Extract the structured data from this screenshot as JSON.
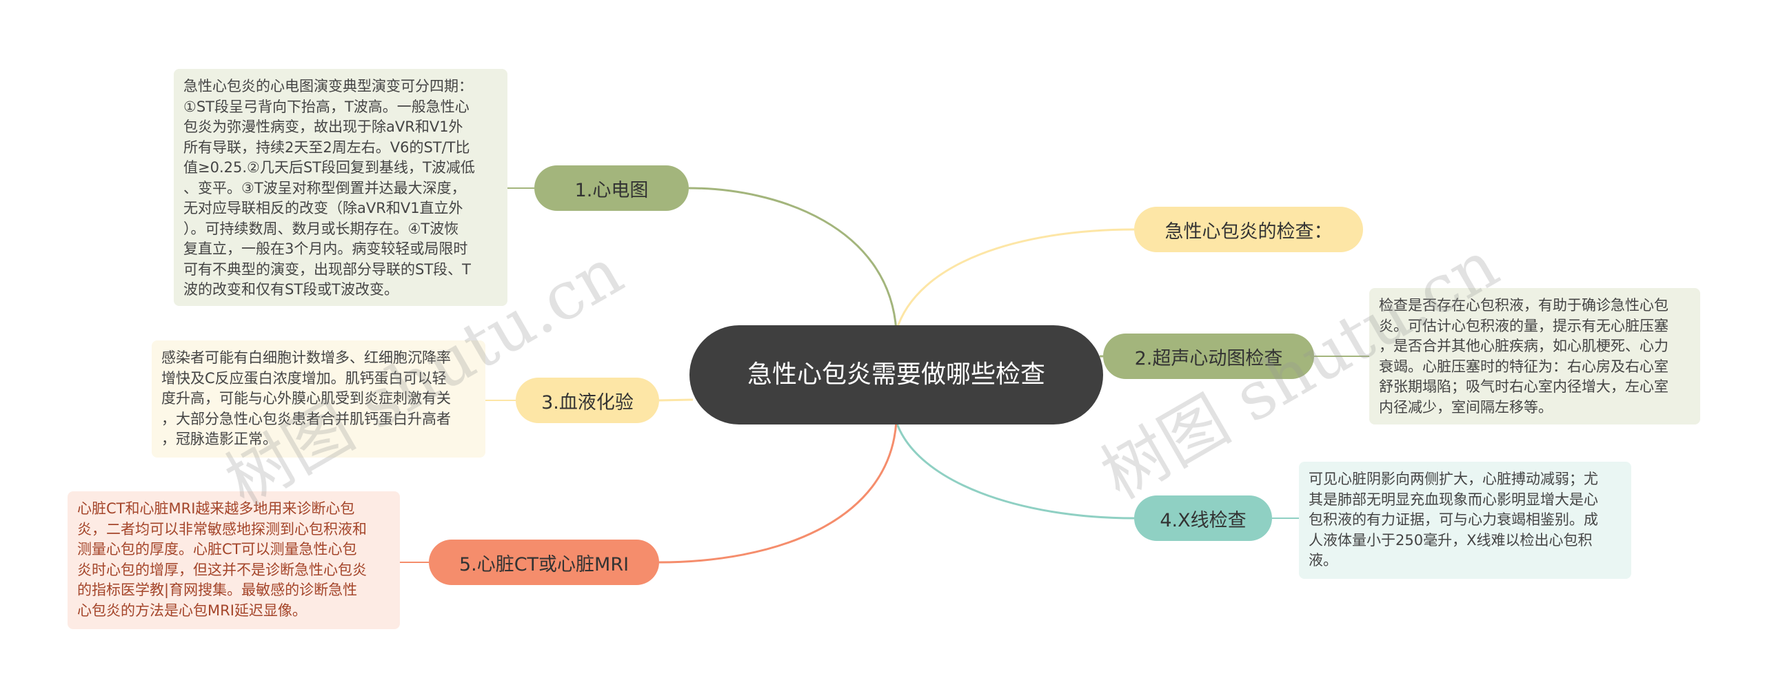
{
  "root": {
    "label": "急性心包炎需要做哪些检查"
  },
  "branches": [
    {
      "label": "1.心电图",
      "color": "#a3b57c",
      "note": "急性心包炎的心电图演变典型演变可分四期：\n①ST段呈弓背向下抬高，T波高。一般急性心\n包炎为弥漫性病变，故出现于除aVR和V1外\n所有导联，持续2天至2周左右。V6的ST/T比\n值≥0.25.②几天后ST段回复到基线，T波减低\n、变平。③T波呈对称型倒置并达最大深度，\n无对应导联相反的改变（除aVR和V1直立外\n）。可持续数周、数月或长期存在。④T波恢\n复直立，一般在3个月内。病变较轻或局限时\n可有不典型的演变，出现部分导联的ST段、T\n波的改变和仅有ST段或T波改变。"
    },
    {
      "label": "急性心包炎的检查：",
      "color": "#fde6a6",
      "note": ""
    },
    {
      "label": "2.超声心动图检查",
      "color": "#a3b57c",
      "note": "检查是否存在心包积液，有助于确诊急性心包\n炎。可估计心包积液的量，提示有无心脏压塞\n，是否合并其他心脏疾病，如心肌梗死、心力\n衰竭。心脏压塞时的特征为：右心房及右心室\n舒张期塌陷；吸气时右心室内径增大，左心室\n内径减少，室间隔左移等。"
    },
    {
      "label": "3.血液化验",
      "color": "#fde6a6",
      "note": "感染者可能有白细胞计数增多、红细胞沉降率\n增快及C反应蛋白浓度增加。肌钙蛋白可以轻\n度升高，可能与心外膜心肌受到炎症刺激有关\n，大部分急性心包炎患者合并肌钙蛋白升高者\n，冠脉造影正常。"
    },
    {
      "label": "4.X线检查",
      "color": "#8fd0c3",
      "note": "可见心脏阴影向两侧扩大，心脏搏动减弱；尤\n其是肺部无明显充血现象而心影明显增大是心\n包积液的有力证据，可与心力衰竭相鉴别。成\n人液体量小于250毫升，X线难以检出心包积\n液。"
    },
    {
      "label": "5.心脏CT或心脏MRI",
      "color": "#f58d6c",
      "note": "心脏CT和心脏MRI越来越多地用来诊断心包\n炎，二者均可以非常敏感地探测到心包积液和\n测量心包的厚度。心脏CT可以测量急性心包\n炎时心包的增厚，但这并不是诊断急性心包炎\n的指标医学教|育网搜集。最敏感的诊断急性\n心包炎的方法是心包MRI延迟显像。"
    }
  ],
  "watermark": {
    "text": "树图 shutu.cn"
  }
}
